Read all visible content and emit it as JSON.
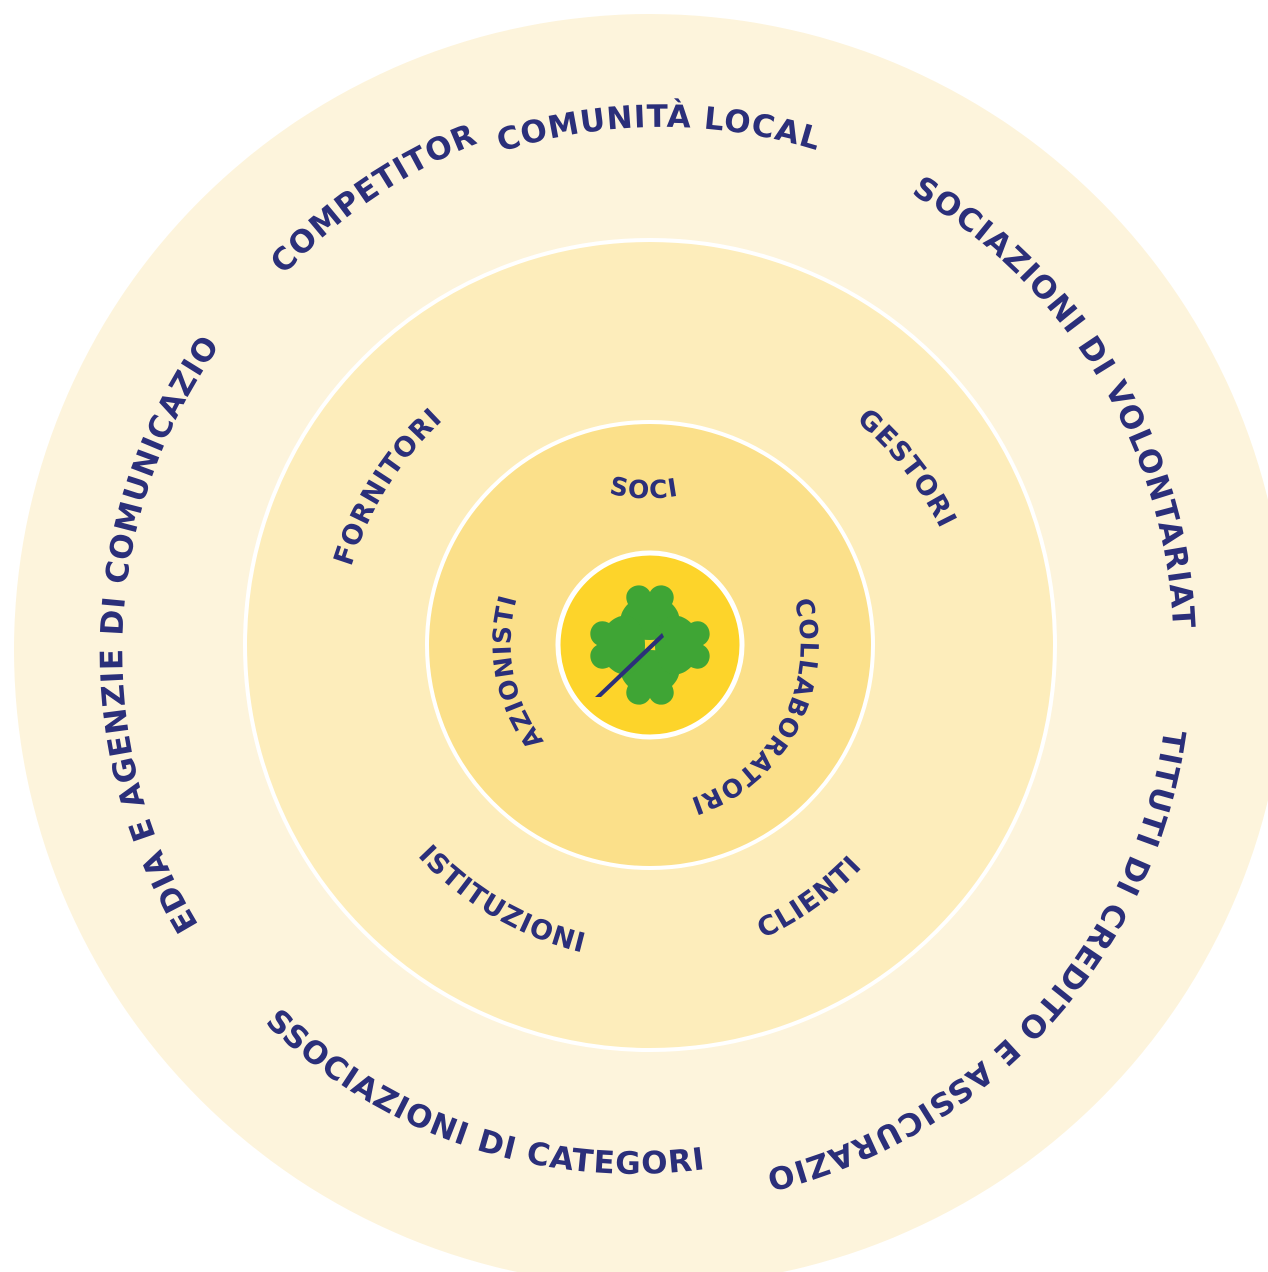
{
  "diagram": {
    "center_logo": {
      "icon": "four-leaf-clover-icon",
      "leaf_color": "#3fa535",
      "stroke_color": "#2b2f7a"
    },
    "colors": {
      "text": "#2b2f7a",
      "ring_outer": "#fdf4dc",
      "ring_middle": "#fdedbb",
      "ring_inner": "#fbe08a",
      "core": "#fdd42a",
      "separator": "#ffffff"
    },
    "rings": {
      "outer": {
        "labels": [
          "COMUNITÀ LOCALI",
          "ASSOCIAZIONI DI VOLONTARIATO",
          "ISTITUTI DI CREDITO E ASSICURAZIONI",
          "ASSOCIAZIONI DI CATEGORIA",
          "MEDIA E AGENZIE DI COMUNICAZIONE",
          "COMPETITOR"
        ]
      },
      "middle": {
        "labels": [
          "GESTORI",
          "CLIENTI",
          "ISTITUZIONI",
          "FORNITORI"
        ]
      },
      "inner": {
        "labels": [
          "SOCI",
          "COLLABORATORI",
          "AZIONISTI"
        ]
      }
    }
  }
}
